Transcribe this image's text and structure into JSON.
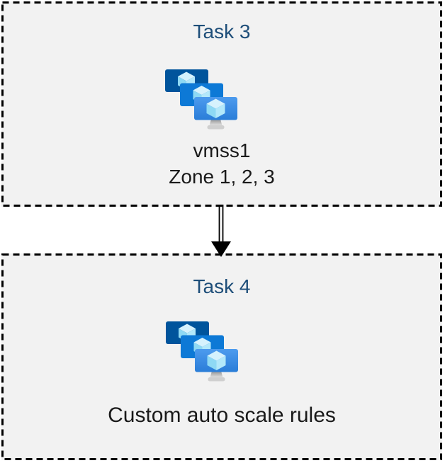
{
  "diagram": {
    "background": "#ffffff",
    "box_fill": "#f2f2f2",
    "box_border_color": "#000000",
    "title_color": "#1e4e79",
    "text_color": "#1a1a1a",
    "nodes": [
      {
        "id": "task3",
        "title": "Task 3",
        "icon": "vm-scale-sets",
        "label_line1": "vmss1",
        "label_line2": "Zone 1, 2, 3"
      },
      {
        "id": "task4",
        "title": "Task 4",
        "icon": "vm-scale-sets",
        "label_line1": "Custom auto scale rules"
      }
    ],
    "connector": {
      "from": "Task 3",
      "to": "Task 4",
      "style": "double-line-arrow",
      "direction": "down",
      "color": "#000000"
    },
    "icon_colors": {
      "screen_back": "#00549c",
      "screen_middle": "#0d79d6",
      "screen_front_top": "#4d9bee",
      "screen_front_bottom": "#2a7dd8",
      "cube_top": "#d6f2fd",
      "cube_left": "#8ed9f4",
      "cube_right": "#b3e8fa",
      "stand_top": "#8f8f8f",
      "stand_bottom": "#e3e3e3",
      "stand_base": "#cfcfcf"
    }
  }
}
